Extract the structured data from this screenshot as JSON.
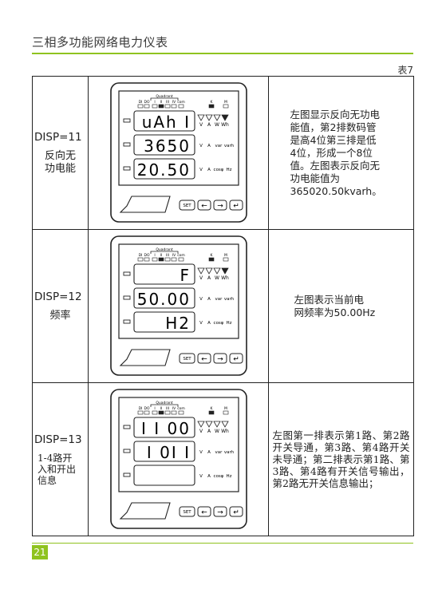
{
  "header": {
    "title": "三相多功能网络电力仪表"
  },
  "table_label": "表7",
  "page_number": "21",
  "device": {
    "quadrant_label": "Quadrant",
    "indicator_labels": [
      "DI",
      "DO",
      "I",
      "II",
      "III",
      "IV",
      "com"
    ],
    "k_label": "K",
    "m_label": "M",
    "unit_row1": [
      "V",
      "A",
      "W",
      "Wh"
    ],
    "unit_row2": [
      "V",
      "A",
      "var",
      "varh"
    ],
    "unit_row3": [
      "V",
      "A",
      "cosφ",
      "Hz"
    ],
    "buttons": {
      "set": "SET",
      "left": "←",
      "right": "→",
      "enter": "↵"
    }
  },
  "rows": [
    {
      "disp": "DISP=11",
      "name": "反向无\n功电能",
      "display": [
        "uAh I",
        "3650",
        "20.50"
      ],
      "description": "左图显示反向无功电\n能值，第2排数码管\n是高4位第三排是低\n4位，形成一个8位\n值。左图表示反向无\n功电能值为\n365020.50kvarh。"
    },
    {
      "disp": "DISP=12",
      "name": "频率",
      "display": [
        "F",
        "50.00",
        "H2"
      ],
      "description": "左图表示当前电\n网频率为50.00Hz"
    },
    {
      "disp": "DISP=13",
      "name": "1-4路开\n入和开出\n信息",
      "display": [
        "I I 00",
        "I 0I I",
        ""
      ],
      "description": "左图第一排表示第1路、第2路开关导通，第3路、第4路开关未导通；第二排表示第1路、第3路、第4路有开关信号输出，第2路无开关信息输出；"
    }
  ]
}
